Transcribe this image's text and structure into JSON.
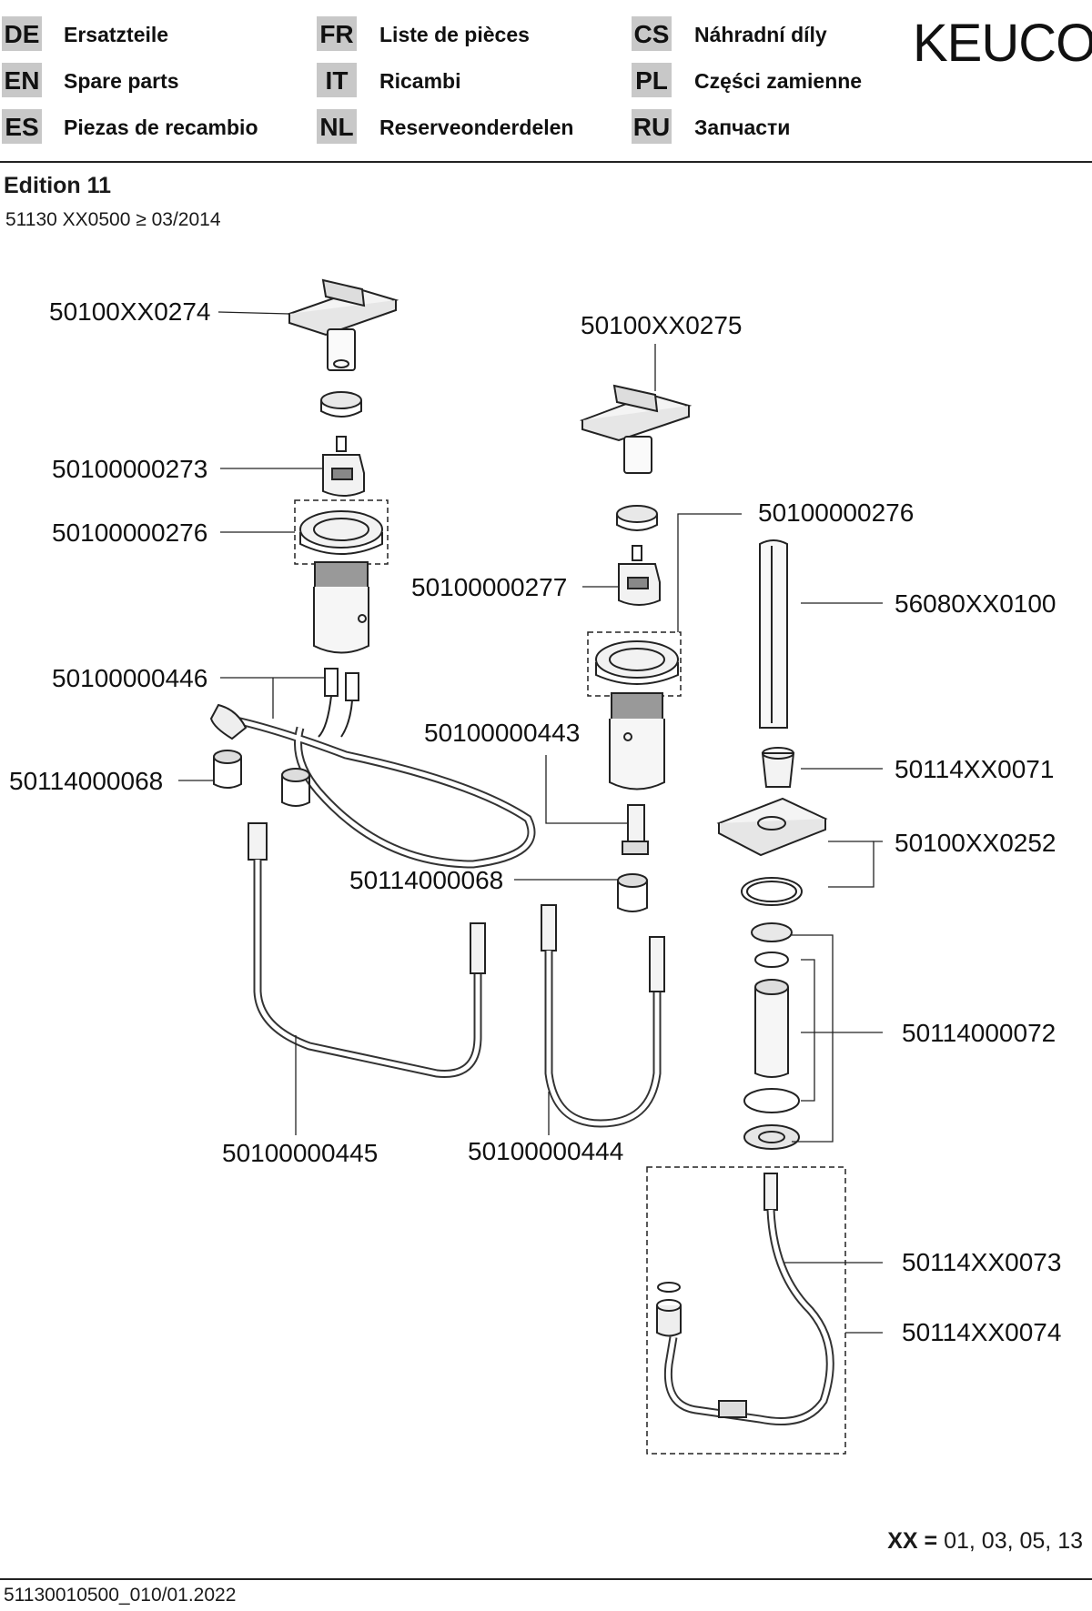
{
  "header": {
    "languages": [
      {
        "code": "DE",
        "name": "Ersatzteile"
      },
      {
        "code": "EN",
        "name": "Spare parts"
      },
      {
        "code": "ES",
        "name": "Piezas de recambio"
      },
      {
        "code": "FR",
        "name": "Liste de pièces"
      },
      {
        "code": "IT",
        "name": "Ricambi"
      },
      {
        "code": "NL",
        "name": "Reserveonderdelen"
      },
      {
        "code": "CS",
        "name": "Náhradní díly"
      },
      {
        "code": "PL",
        "name": "Części zamienne"
      },
      {
        "code": "RU",
        "name": "Запчасти"
      }
    ],
    "logo": "KEUCO"
  },
  "title": {
    "edition": "Edition 11",
    "model": "51130 XX0500 ≥ 03/2014"
  },
  "parts": {
    "p1": "50100XX0274",
    "p2": "50100XX0275",
    "p3": "50100000273",
    "p4": "50100000276",
    "p5": "50100000276",
    "p6": "50100000277",
    "p7": "56080XX0100",
    "p8": "50100000446",
    "p9": "50100000443",
    "p10": "50114000068",
    "p11": "50114XX0071",
    "p12": "50100XX0252",
    "p13": "50114000068",
    "p14": "50114000072",
    "p15": "50100000445",
    "p16": "50100000444",
    "p17": "50114XX0073",
    "p18": "50114XX0074"
  },
  "footer": {
    "xx_label": "XX =",
    "xx_values": "01, 03, 05, 13",
    "doc_id": "51130010500_010/01.2022"
  },
  "colors": {
    "lang_badge": "#c8c8c8",
    "ink": "#1a1a1a"
  }
}
